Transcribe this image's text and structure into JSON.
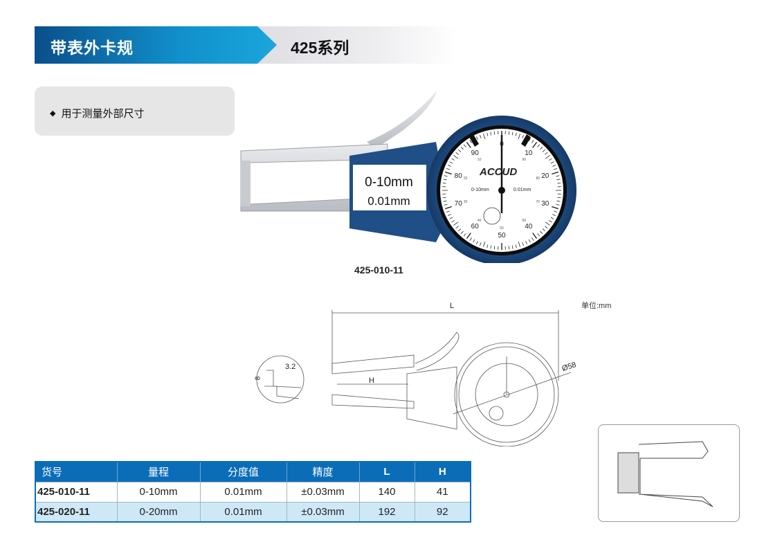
{
  "header": {
    "title": "带表外卡规",
    "series": "425系列"
  },
  "features": [
    {
      "bullet": "◆",
      "text": "用于测量外部尺寸"
    }
  ],
  "product": {
    "caption": "425-010-11",
    "label_range": "0-10mm",
    "label_resolution": "0.01mm",
    "dial": {
      "brand": "ACCUD",
      "range": "0-10mm",
      "resolution": "0.01mm",
      "outer_numerals": [
        "0",
        "10",
        "20",
        "30",
        "40",
        "50",
        "60",
        "70",
        "80",
        "90"
      ],
      "inner_numerals": [
        "90",
        "80",
        "70",
        "60",
        "50",
        "40",
        "30",
        "20",
        "10"
      ]
    }
  },
  "drawing": {
    "unit": "单位:mm",
    "length_label": "L",
    "height_label": "H",
    "diameter_label": "Ø58",
    "tip_height": "8",
    "tip_width": "3.2"
  },
  "table": {
    "headers": [
      "货号",
      "量程",
      "分度值",
      "精度",
      "L",
      "H"
    ],
    "rows": [
      [
        "425-010-11",
        "0-10mm",
        "0.01mm",
        "±0.03mm",
        "140",
        "41"
      ],
      [
        "425-020-11",
        "0-20mm",
        "0.01mm",
        "±0.03mm",
        "192",
        "92"
      ]
    ]
  },
  "colors": {
    "brand_blue": "#0b6db8",
    "row_alt": "#cfe8f7",
    "body_blue": "#1f4f86"
  }
}
